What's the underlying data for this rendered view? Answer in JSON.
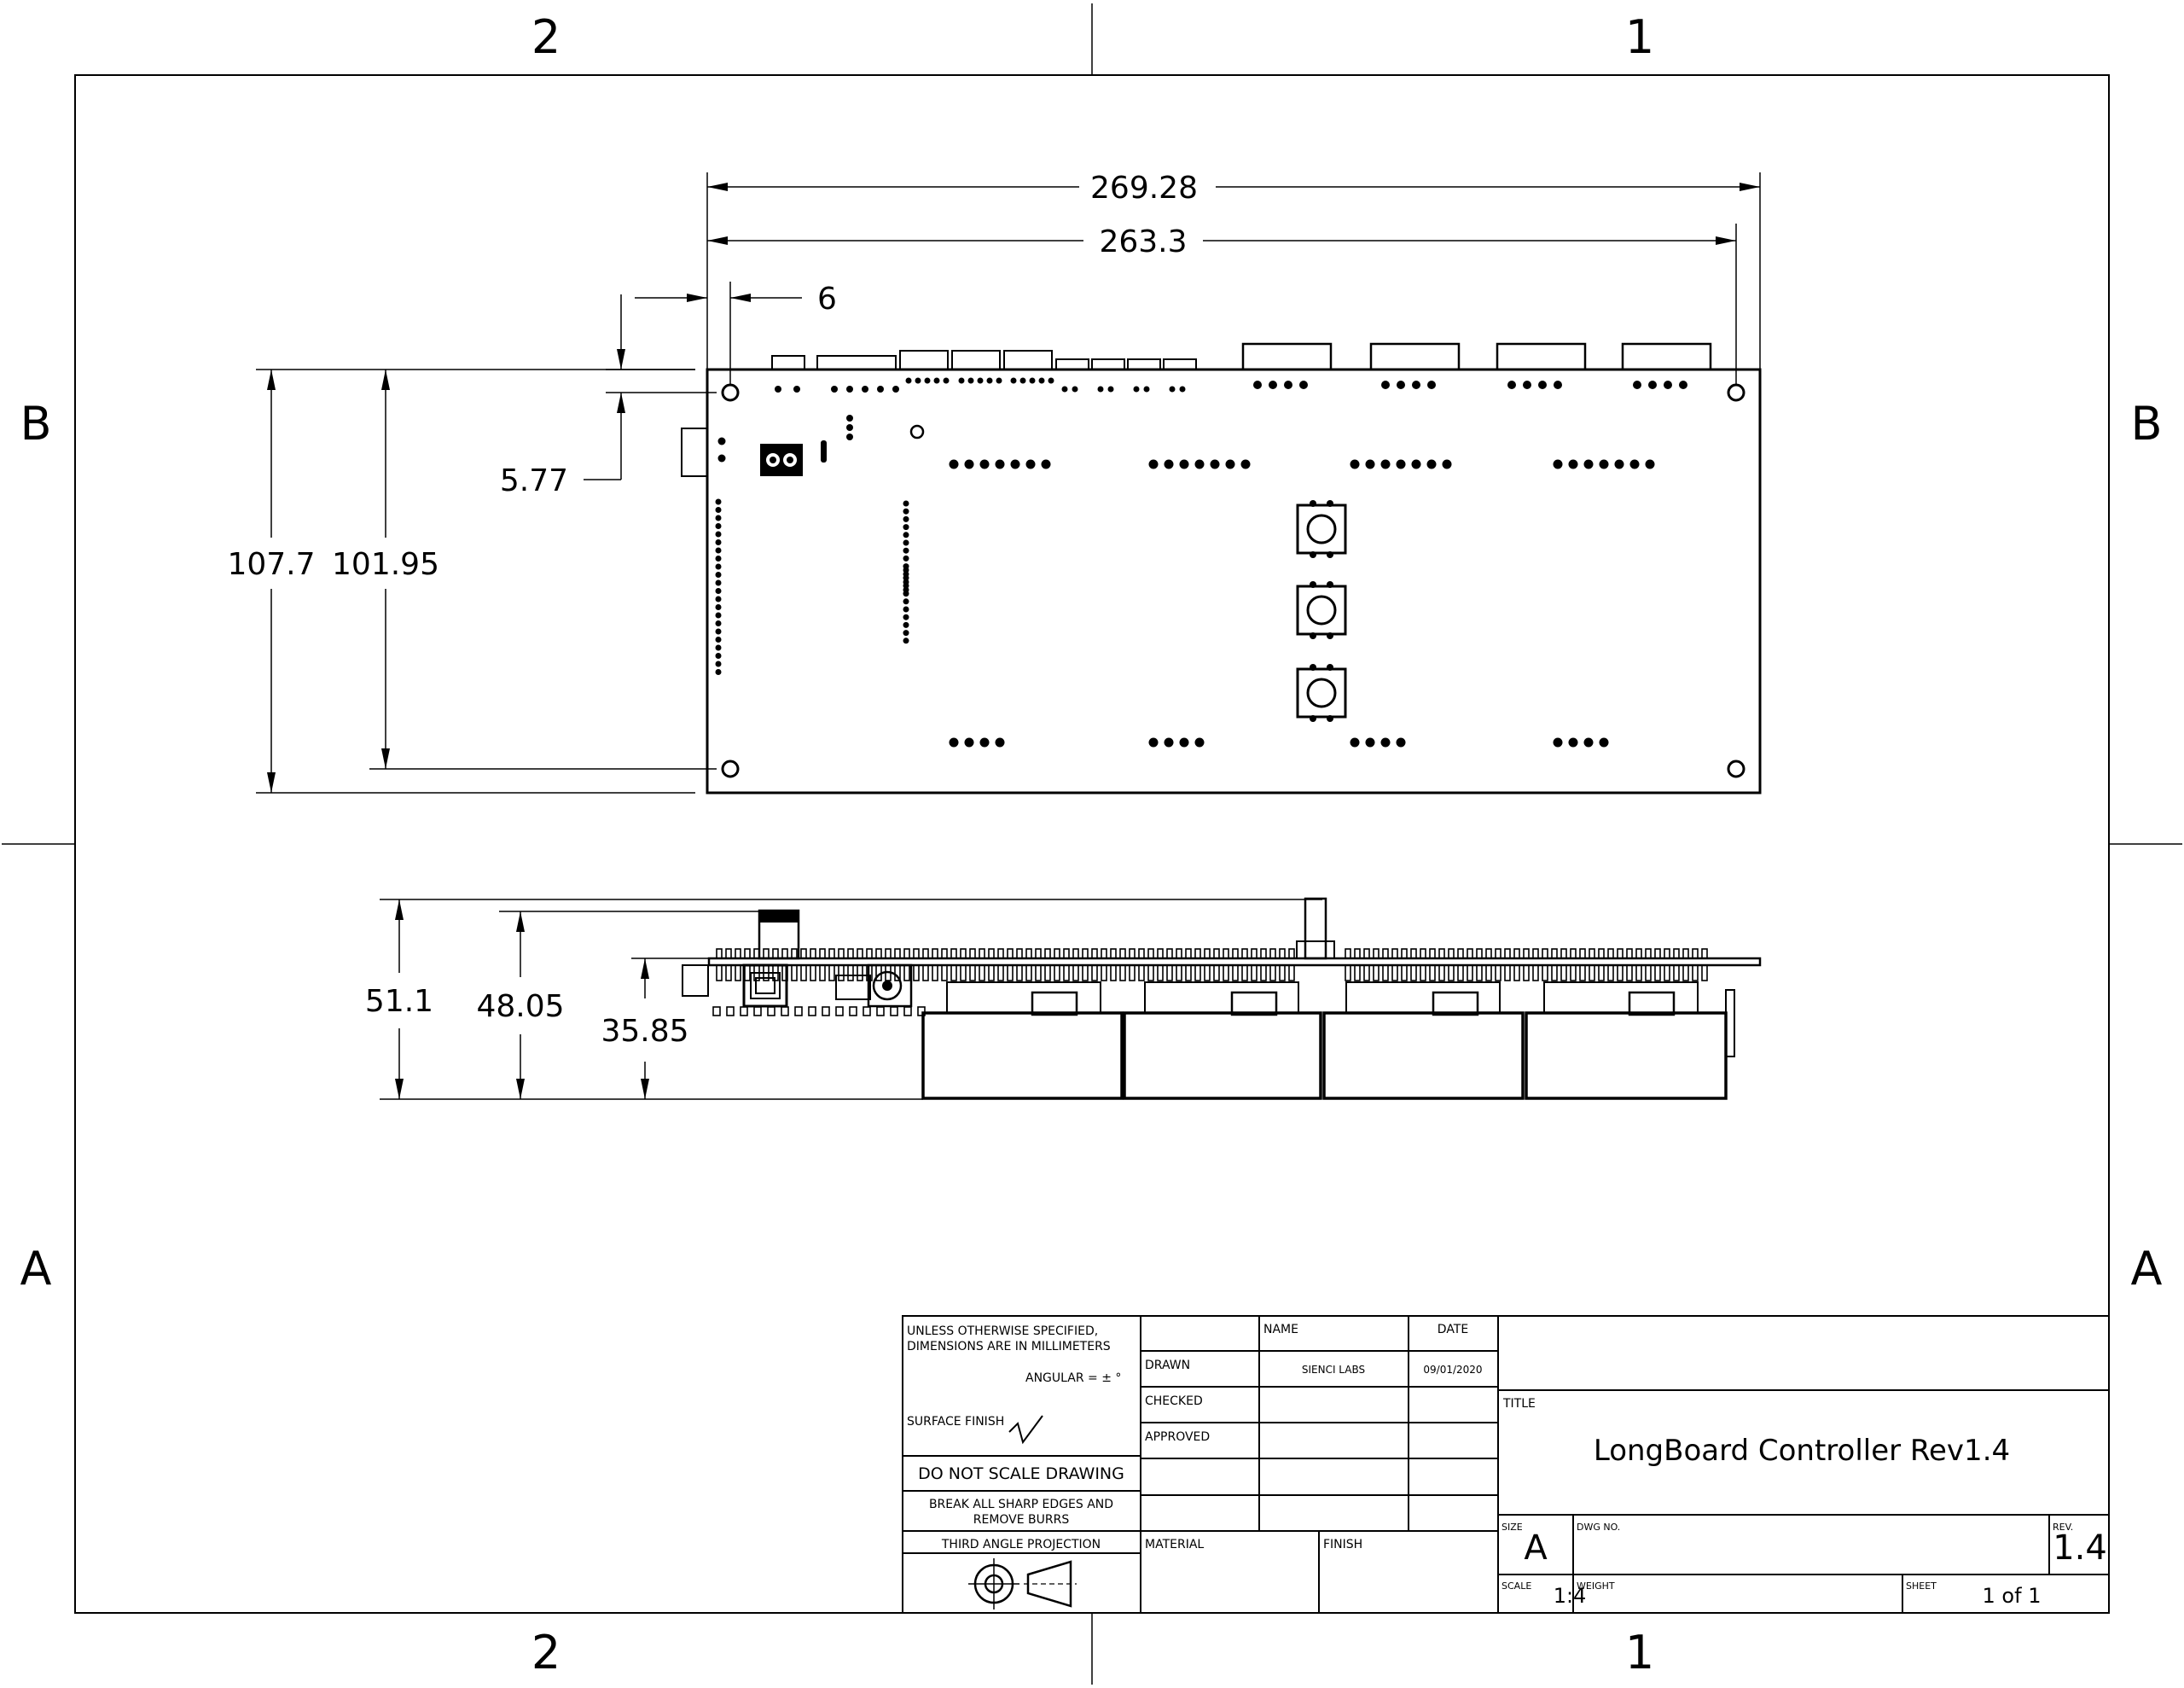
{
  "zones": {
    "top_left": "2",
    "top_right": "1",
    "bottom_left": "2",
    "bottom_right": "1",
    "left_upper": "B",
    "right_upper": "B",
    "left_lower": "A",
    "right_lower": "A"
  },
  "dimensions": {
    "overall_width": "269.28",
    "hole_span_width": "263.3",
    "hole_offset_x": "6",
    "hole_offset_y": "5.77",
    "overall_height": "107.7",
    "hole_span_height": "101.95",
    "side_total_height": "51.1",
    "side_height_2": "48.05",
    "side_height_3": "35.85"
  },
  "title_block": {
    "tolerance_note": [
      "UNLESS OTHERWISE SPECIFIED,",
      "DIMENSIONS ARE IN MILLIMETERS"
    ],
    "angular": "ANGULAR = ± °",
    "surface_finish": "SURFACE FINISH",
    "do_not_scale": "DO NOT SCALE DRAWING",
    "break_edges": [
      "BREAK ALL SHARP EDGES AND",
      "REMOVE BURRS"
    ],
    "projection": "THIRD ANGLE PROJECTION",
    "col_name": "NAME",
    "col_date": "DATE",
    "row_drawn": "DRAWN",
    "drawn_name": "SIENCI LABS",
    "drawn_date": "09/01/2020",
    "row_checked": "CHECKED",
    "row_approved": "APPROVED",
    "material_label": "MATERIAL",
    "finish_label": "FINISH",
    "title_label": "TITLE",
    "title": "LongBoard Controller Rev1.4",
    "size_label": "SIZE",
    "size": "A",
    "dwg_no_label": "DWG NO.",
    "rev_label": "REV.",
    "rev": "1.4",
    "scale_label": "SCALE",
    "scale": "1:4",
    "weight_label": "WEIGHT",
    "sheet_label": "SHEET",
    "sheet": "1 of 1"
  }
}
